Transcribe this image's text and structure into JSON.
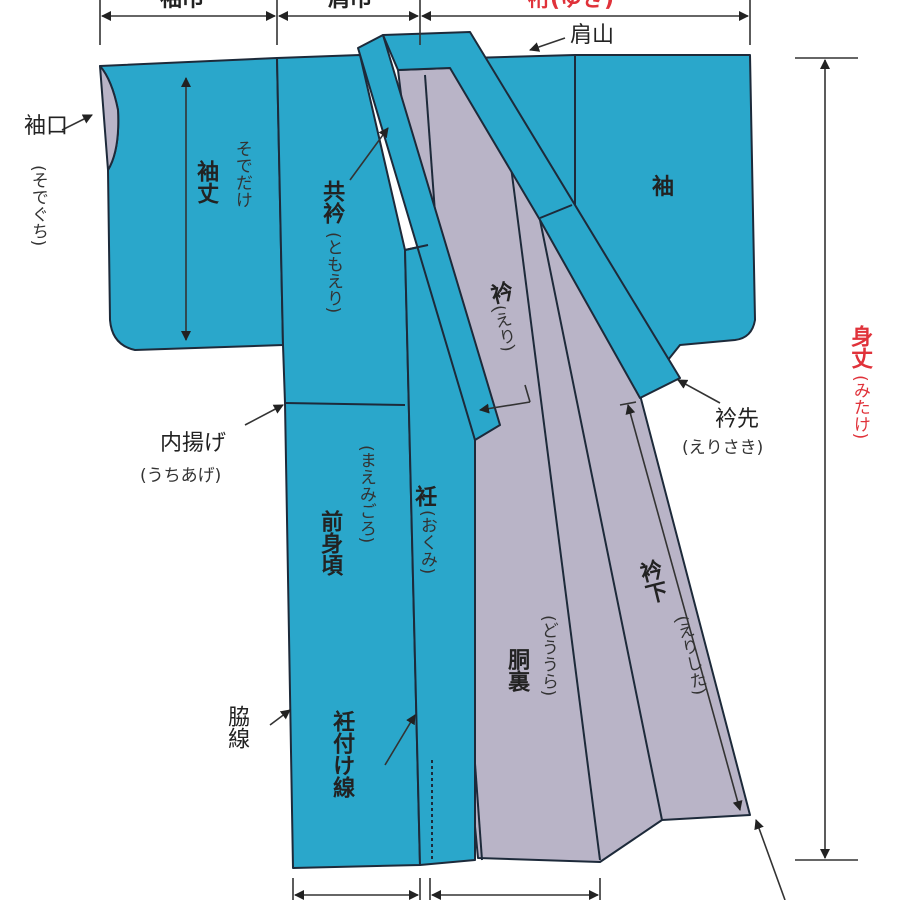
{
  "colors": {
    "outer": "#2aa7cb",
    "lining": "#b9b4c7",
    "outline": "#1d2a3a",
    "measure_accent": "#e0323a"
  },
  "labels": {
    "sode_haba": "袖巾",
    "kata_haba": "肩巾",
    "yuki": "裄(ゆき)",
    "kata_yama": "肩山",
    "sode_guchi": "袖口",
    "sode_guchi_reading": "(そでぐち)",
    "sode_take": "袖丈",
    "sode_take_reading": "そでだけ",
    "tomo_eri": "共衿",
    "tomo_eri_reading": "(ともえり)",
    "sode": "袖",
    "eri": "衿",
    "eri_reading": "(えり)",
    "mitake": "身丈",
    "mitake_reading": "(みたけ)",
    "eri_saki": "衿先",
    "eri_saki_reading": "(えりさき)",
    "uchi_age": "内揚げ",
    "uchi_age_reading": "(うちあげ)",
    "mae_migoro": "前身頃",
    "mae_migoro_reading": "(まえみごろ)",
    "okumi": "衽",
    "okumi_reading": "(おくみ)",
    "dou_ura": "胴裏",
    "dou_ura_reading": "(どううら)",
    "eri_shita": "衿下",
    "eri_shita_reading": "(えりした)",
    "waki_sen": "脇線",
    "okumi_tsuke_sen": "衽付け線"
  }
}
